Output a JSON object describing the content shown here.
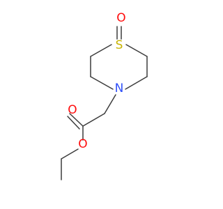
{
  "molecule": {
    "atoms": {
      "sulfoxide_o": {
        "symbol": "O",
        "color": "#ff0d0d"
      },
      "sulfur": {
        "symbol": "S",
        "color": "#c8b400"
      },
      "nitrogen": {
        "symbol": "N",
        "color": "#3050f8"
      },
      "carbonyl_o": {
        "symbol": "O",
        "color": "#ff0d0d"
      },
      "ester_o": {
        "symbol": "O",
        "color": "#ff0d0d"
      }
    },
    "bond_color": "#3c3c3c"
  }
}
